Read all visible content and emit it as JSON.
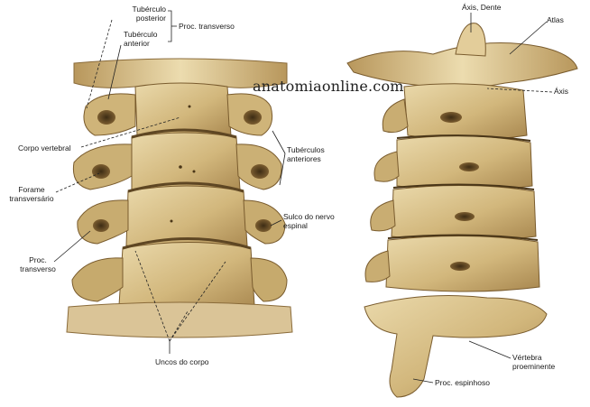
{
  "watermark": "anatomiaonline.com",
  "labels": {
    "tuberculo_posterior": "Tubérculo\nposterior",
    "tuberculo_anterior_top": "Tubérculo\nanterior",
    "proc_transverso_top": "Proc. transverso",
    "corpo_vertebral": "Corpo vertebral",
    "forame_transversario": "Forame\ntransversário",
    "proc_transverso_left": "Proc.\ntransverso",
    "tuberculos_anteriores": "Tubérculos\nanteriores",
    "sulco_nervo_espinal": "Sulco do nervo\nespinal",
    "uncos_do_corpo": "Uncos do corpo",
    "axis_dente": "Áxis, Dente",
    "atlas": "Atlas",
    "axis": "Áxis",
    "vertebra_proeminente": "Vértebra\nproeminente",
    "proc_espinhoso": "Proc. espinhoso"
  },
  "colors": {
    "bone_light": "#e6d3a3",
    "bone_mid": "#c9ad72",
    "bone_dark": "#8a6b3a",
    "bone_shadow": "#5e4623",
    "line": "#2a2a2a"
  }
}
